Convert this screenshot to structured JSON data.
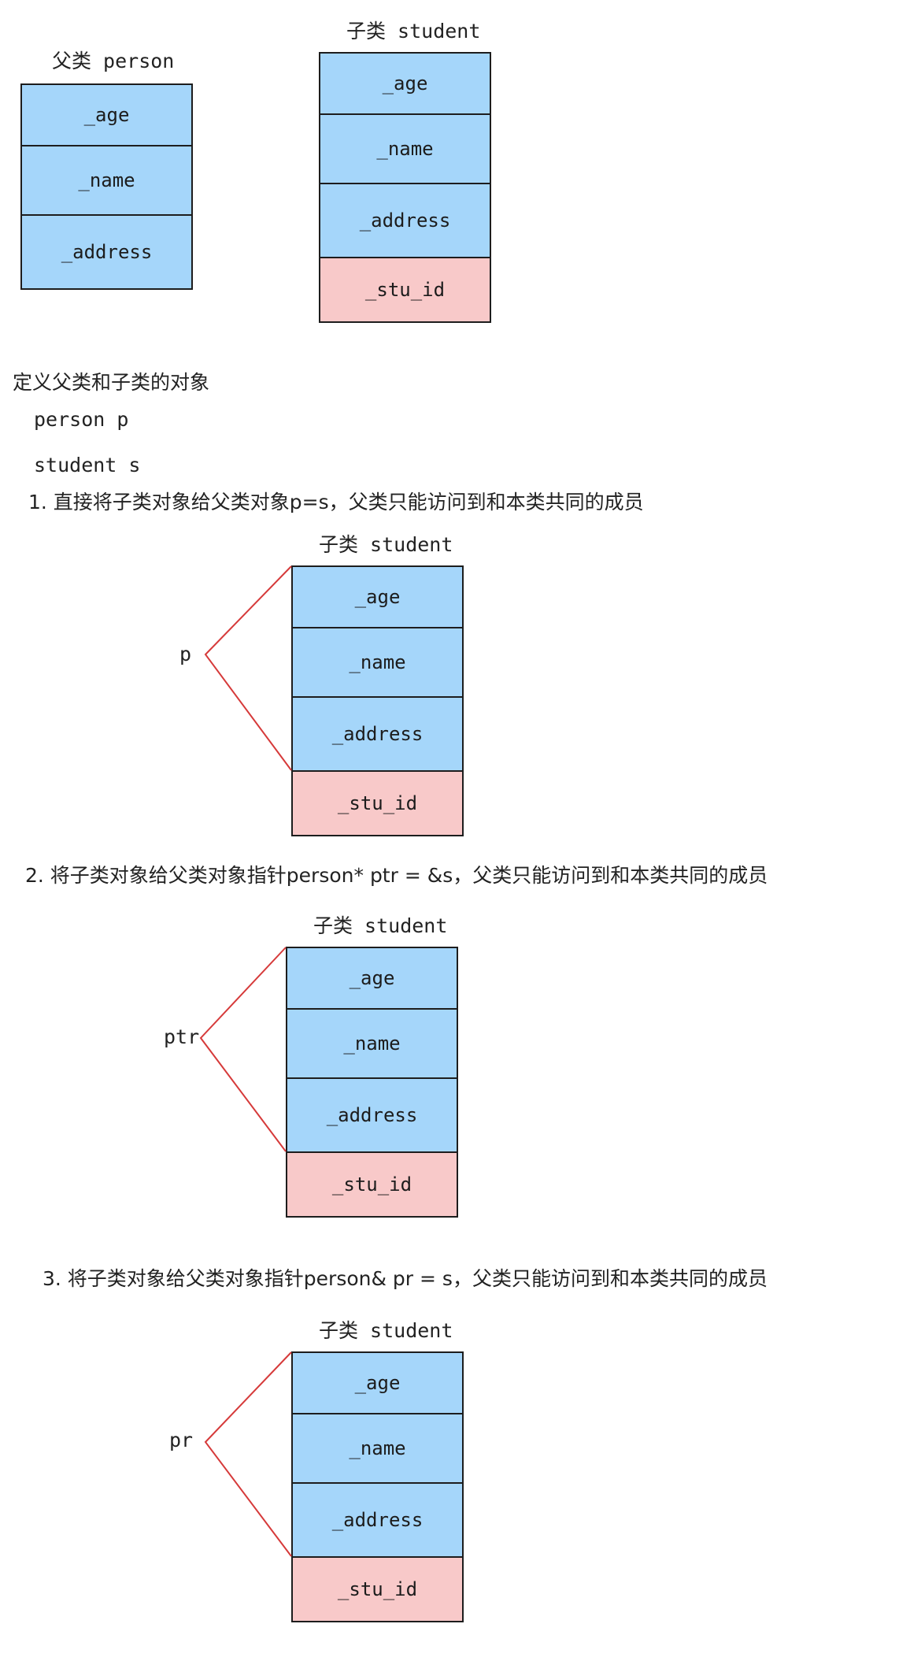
{
  "parent": {
    "title": "父类 person",
    "fields": [
      "_age",
      "_name",
      "_address"
    ]
  },
  "child": {
    "title": "子类 student",
    "fields": [
      "_age",
      "_name",
      "_address"
    ],
    "own_field": "_stu_id"
  },
  "intro": {
    "heading": "定义父类和子类的对象",
    "decl_parent": "person p",
    "decl_child": "student s"
  },
  "cases": [
    {
      "caption": "1. 直接将子类对象给父类对象p=s，父类只能访问到和本类共同的成员",
      "title": "子类 student",
      "pointer_label": "p"
    },
    {
      "caption": "2. 将子类对象给父类对象指针person* ptr = &s，父类只能访问到和本类共同的成员",
      "title": "子类 student",
      "pointer_label": "ptr"
    },
    {
      "caption": "3. 将子类对象给父类对象指针person& pr = s，父类只能访问到和本类共同的成员",
      "title": "子类 student",
      "pointer_label": "pr"
    }
  ],
  "colors": {
    "inherited_fill": "#a5d6fa",
    "own_fill": "#f8c9c9",
    "pointer_line": "#d63a3a"
  }
}
